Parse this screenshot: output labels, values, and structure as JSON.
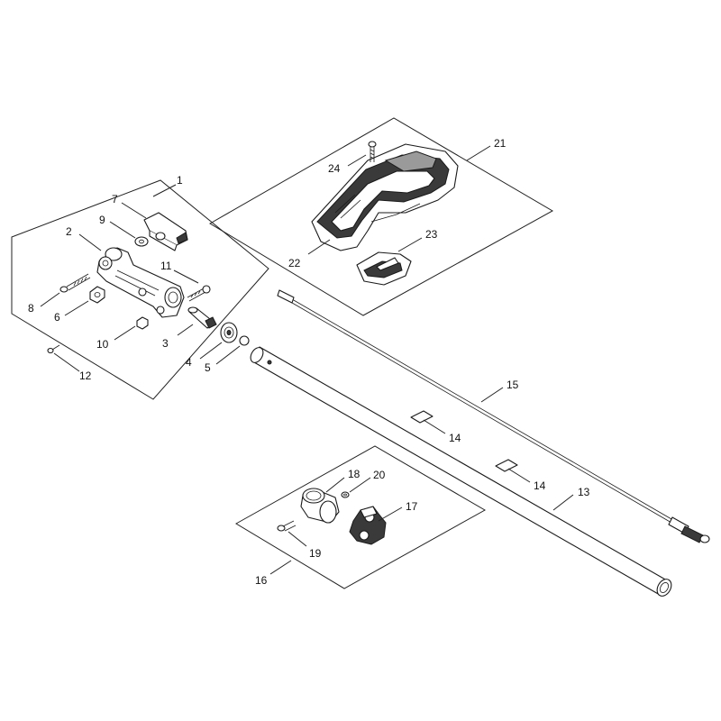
{
  "callouts": {
    "c1": "1",
    "c2": "2",
    "c3": "3",
    "c4": "4",
    "c5": "5",
    "c6": "6",
    "c7": "7",
    "c8": "8",
    "c9": "9",
    "c10": "10",
    "c11": "11",
    "c12": "12",
    "c13": "13",
    "c14a": "14",
    "c14b": "14",
    "c15": "15",
    "c16": "16",
    "c17": "17",
    "c18": "18",
    "c19": "19",
    "c20": "20",
    "c21": "21",
    "c22": "22",
    "c23": "23",
    "c24": "24"
  },
  "colors": {
    "line": "#222222",
    "dark_fill": "#3a3a3a",
    "grey_fill": "#9a9a9a",
    "background": "#ffffff"
  }
}
